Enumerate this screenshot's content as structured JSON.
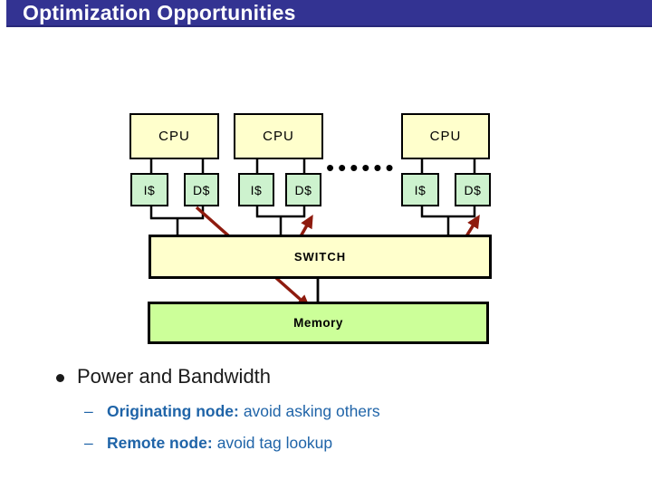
{
  "title": "Optimization Opportunities",
  "diagram": {
    "columns": [
      {
        "cpu": "CPU",
        "icache": "I$",
        "dcache": "D$"
      },
      {
        "cpu": "CPU",
        "icache": "I$",
        "dcache": "D$"
      },
      {
        "cpu": "CPU",
        "icache": "I$",
        "dcache": "D$"
      }
    ],
    "continuation_dots": "••••••",
    "switch_label": "SWITCH",
    "memory_label": "Memory"
  },
  "bullets": {
    "main": "Power and Bandwidth",
    "sub": [
      {
        "dash": "–",
        "lead": "Originating node:",
        "rest": "avoid asking others"
      },
      {
        "dash": "–",
        "lead": "Remote node:",
        "rest": "avoid tag lookup"
      }
    ]
  },
  "icons": {
    "bullet-dot-icon": "●",
    "continuation-dots-icon": "••••••",
    "arrow-icon": "dark-red diagonal arrows"
  },
  "colors": {
    "title_bar": "#333392",
    "title_text": "#FFFFFF",
    "cpu_switch_fill": "#FFFFCC",
    "cache_fill": "#CDF2CE",
    "memory_fill": "#CCFF99",
    "border_black": "#000000",
    "arrow_red": "#8E1B0E",
    "sub_bullet_blue": "#1F64A8",
    "main_text": "#1A1A1A"
  }
}
